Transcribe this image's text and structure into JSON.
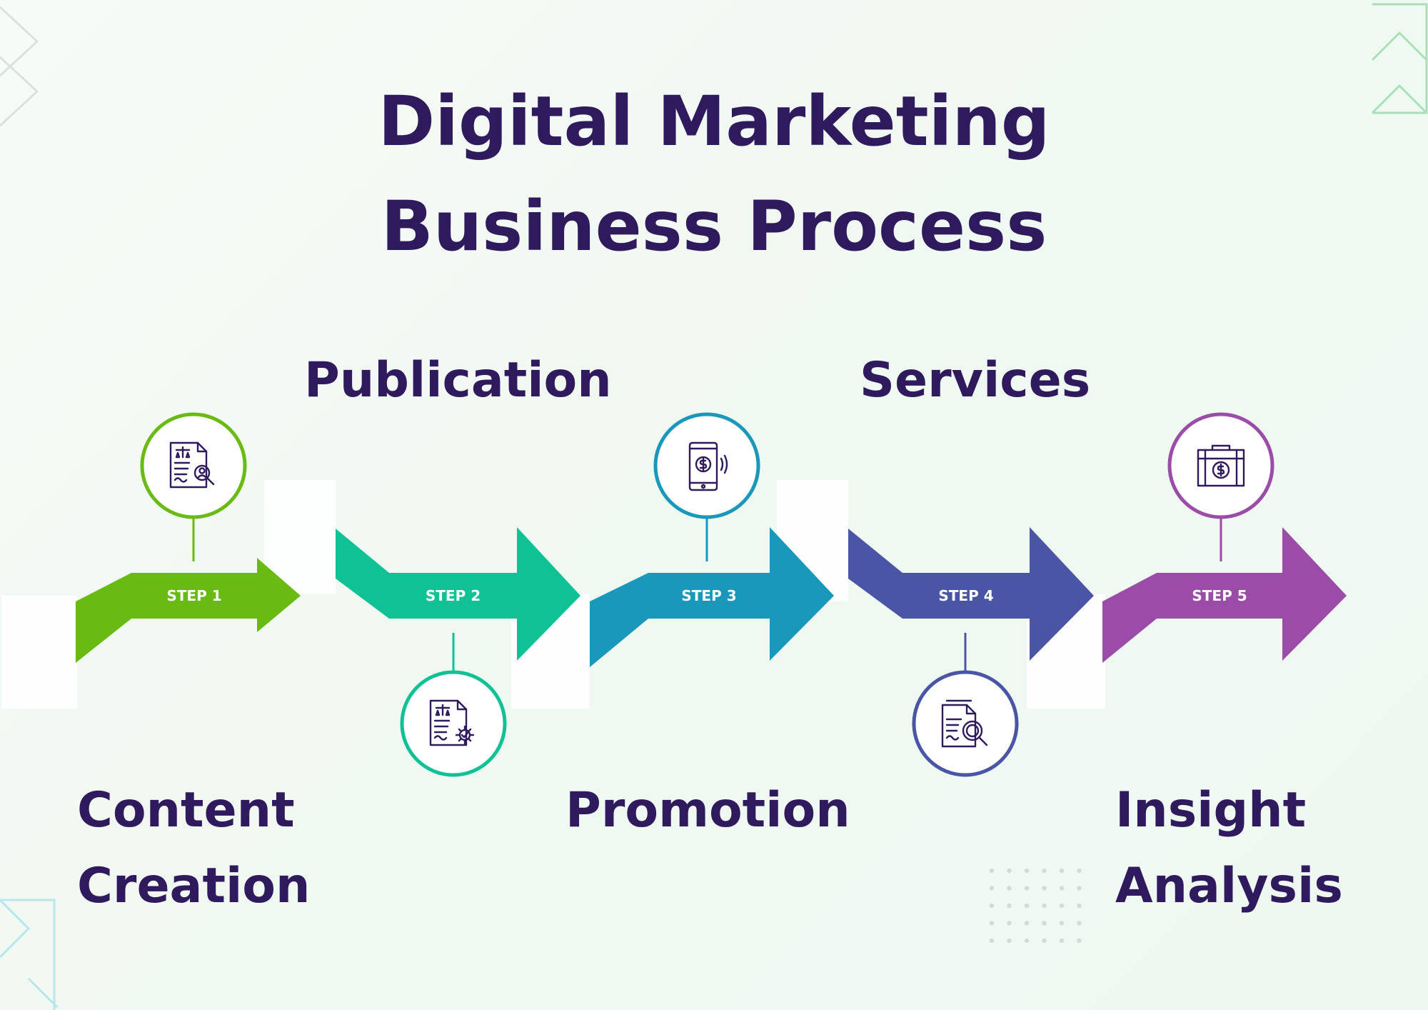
{
  "title": {
    "line1": "Digital Marketing",
    "line2": "Business Process"
  },
  "steps": [
    {
      "tag": "STEP 1",
      "label": "Content\nCreation",
      "color": "#6aba14",
      "icon": "document-user-search-icon"
    },
    {
      "tag": "STEP 2",
      "label": "Publication",
      "color": "#10c196",
      "icon": "document-gear-icon"
    },
    {
      "tag": "STEP 3",
      "label": "Promotion",
      "color": "#1a98bc",
      "icon": "mobile-payment-icon"
    },
    {
      "tag": "STEP 4",
      "label": "Services",
      "color": "#4a55a6",
      "icon": "document-magnifier-icon"
    },
    {
      "tag": "STEP 5",
      "label": "Insight\nAnalysis",
      "color": "#9b4ca8",
      "icon": "briefcase-dollar-icon"
    }
  ],
  "colors": {
    "text": "#2e1a5c",
    "accent_green": "#a8e0b8"
  }
}
